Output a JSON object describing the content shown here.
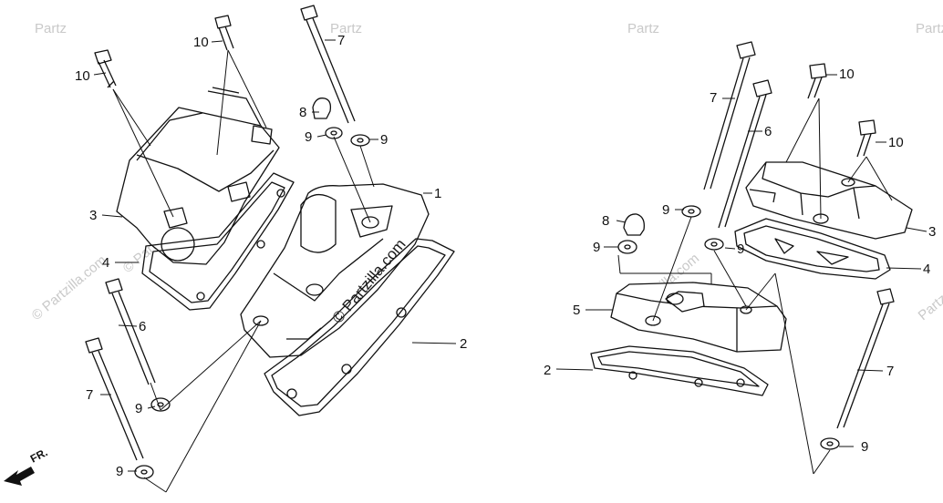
{
  "watermark": {
    "text": "© Partzilla.com",
    "short": "Partz",
    "center_text": "© Partzilla.com"
  },
  "direction_label": "FR.",
  "left_assembly": {
    "callouts": {
      "c10a": "10",
      "c10b": "10",
      "c7": "7",
      "c8": "8",
      "c9a": "9",
      "c9b": "9",
      "c1": "1",
      "c3": "3",
      "c4": "4",
      "c2": "2",
      "c6": "6",
      "c7b": "7",
      "c9c": "9",
      "c9d": "9"
    }
  },
  "right_assembly": {
    "callouts": {
      "c7": "7",
      "c10a": "10",
      "c6": "6",
      "c10b": "10",
      "c9a": "9",
      "c8": "8",
      "c9b": "9",
      "c9c": "9",
      "c3": "3",
      "c4": "4",
      "c5": "5",
      "c2": "2",
      "c7b": "7",
      "c9d": "9"
    }
  }
}
